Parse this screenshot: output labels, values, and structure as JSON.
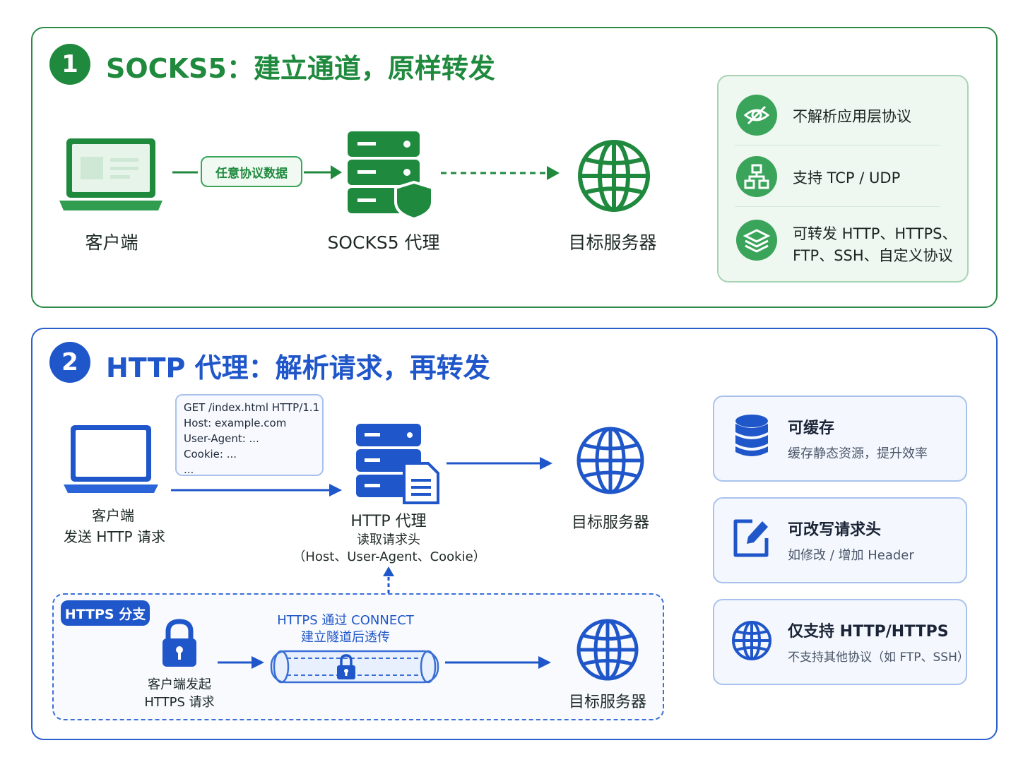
{
  "socks": {
    "badge": "1",
    "title": "SOCKS5：建立通道，原样转发",
    "client_label": "客户端",
    "data_pill": "任意协议数据",
    "proxy_label": "SOCKS5 代理",
    "server_label": "目标服务器",
    "features": [
      {
        "icon": "eye-slash-icon",
        "text": "不解析应用层协议"
      },
      {
        "icon": "network-icon",
        "text": "支持 TCP / UDP"
      },
      {
        "icon": "layers-icon",
        "line1": "可转发 HTTP、HTTPS、",
        "line2": "FTP、SSH、自定义协议"
      }
    ],
    "colors": {
      "primary": "#1f8a3e",
      "accent": "#3aa55a",
      "border": "#2c8a47"
    }
  },
  "http": {
    "badge": "2",
    "title": "HTTP 代理：解析请求，再转发",
    "client_line1": "客户端",
    "client_line2": "发送 HTTP 请求",
    "request_lines": [
      "GET /index.html HTTP/1.1",
      "Host: example.com",
      "User-Agent: ...",
      "Cookie: ...",
      "..."
    ],
    "proxy_line1": "HTTP 代理",
    "proxy_line2": "读取请求头",
    "proxy_line3": "（Host、User-Agent、Cookie）",
    "server_label": "目标服务器",
    "https_branch": {
      "tag": "HTTPS 分支",
      "client_line1": "客户端发起",
      "client_line2": "HTTPS 请求",
      "tunnel_line1": "HTTPS 通过 CONNECT",
      "tunnel_line2": "建立隧道后透传",
      "server_label": "目标服务器"
    },
    "cards": [
      {
        "icon": "database-icon",
        "title": "可缓存",
        "sub": "缓存静态资源，提升效率"
      },
      {
        "icon": "edit-icon",
        "title": "可改写请求头",
        "sub": "如修改 / 增加 Header"
      },
      {
        "icon": "globe-icon",
        "title": "仅支持 HTTP/HTTPS",
        "sub": "不支持其他协议（如 FTP、SSH）"
      }
    ],
    "colors": {
      "primary": "#1f56c9",
      "border": "#2a5fcf"
    }
  }
}
